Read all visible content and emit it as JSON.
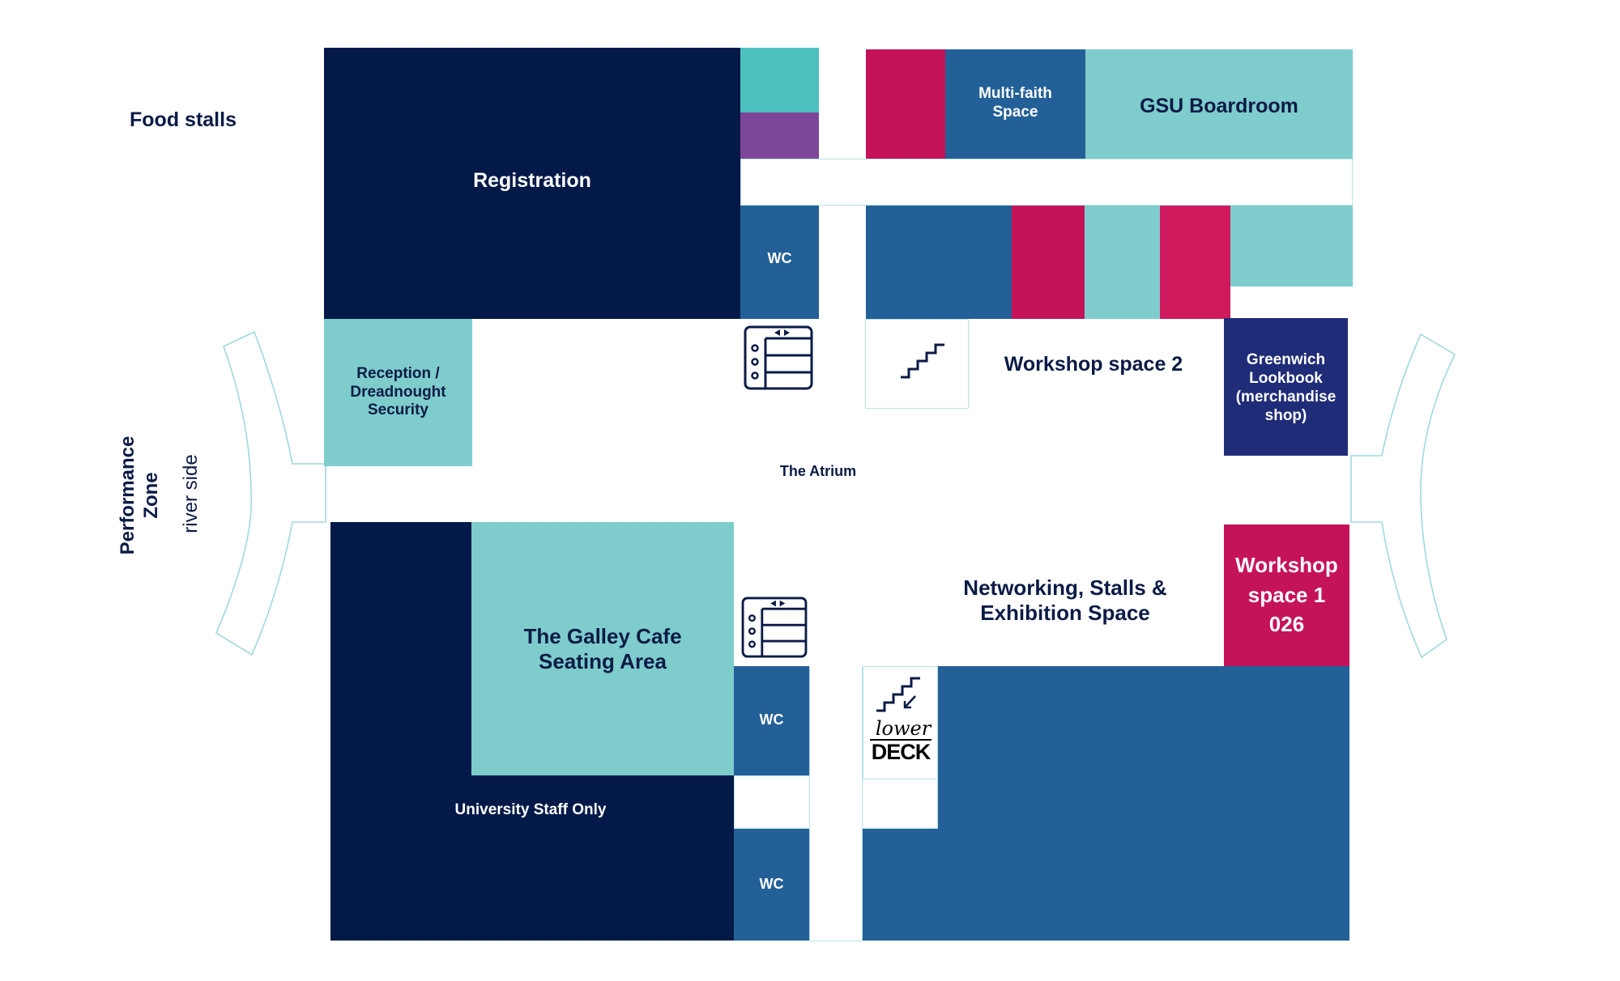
{
  "map": {
    "colors": {
      "navy": "#031a48",
      "blue": "#236097",
      "teal": "#7ecccc",
      "teal_dark": "#4cc0be",
      "magenta": "#c51359",
      "purple": "#7e4698",
      "indigo": "#1f2c78",
      "outline": "#b6e3e6"
    },
    "labels": {
      "food_stalls": "Food stalls",
      "registration": "Registration",
      "multifaith": "Multi-faith Space",
      "gsu_boardroom": "GSU Boardroom",
      "wc_top": "WC",
      "reception": "Reception / Dreadnought Security",
      "workshop2": "Workshop space 2",
      "greenwich_lookbook": "Greenwich Lookbook (merchandise shop)",
      "atrium": "The Atrium",
      "performance_zone": "Performance Zone",
      "river_side": "river side",
      "galley_cafe": "The Galley Cafe Seating Area",
      "networking": "Networking, Stalls & Exhibition Space",
      "workshop1": "Workshop space 1 026",
      "wc_mid": "WC",
      "wc_bottom": "WC",
      "staff_only": "University Staff Only",
      "lower_deck_script": "lower",
      "lower_deck_word": "DECK"
    },
    "icons": {
      "lift_top": "lift-icon",
      "lift_bottom": "lift-icon",
      "stairs_up": "stairs-icon",
      "stairs_down": "stairs-down-icon",
      "lower_deck_logo": "lower-deck-logo"
    }
  }
}
